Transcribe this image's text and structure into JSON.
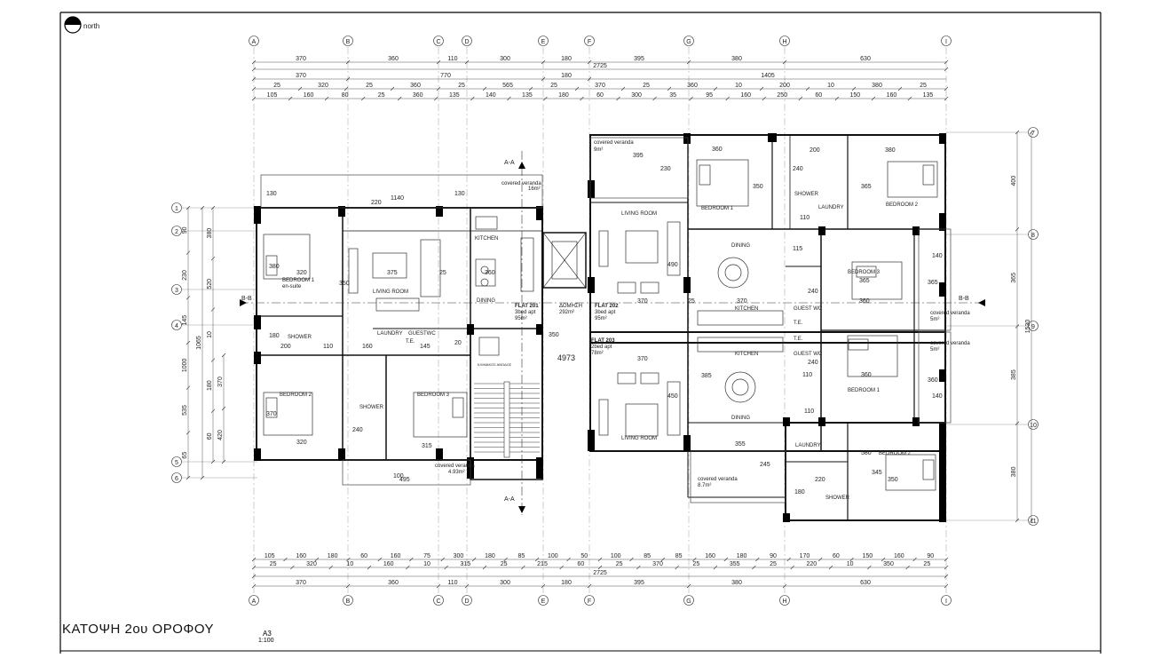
{
  "north_label": "north",
  "plan_title": "ΚΑΤΟΨΗ 2ου ΟΡΟΦΟΥ",
  "sheet_size": "A3",
  "scale": "1:100",
  "grid": {
    "columns": [
      "A",
      "B",
      "C",
      "D",
      "E",
      "F",
      "G",
      "H",
      "I"
    ],
    "rows_left": [
      "1",
      "2",
      "3",
      "4",
      "5",
      "6"
    ],
    "rows_right": [
      "7",
      "8",
      "9",
      "10",
      "11"
    ]
  },
  "top_dimensions": {
    "row1": [
      "370",
      "360",
      "110",
      "300",
      "180",
      "395",
      "380",
      "630"
    ],
    "row2_total": "2725",
    "row3": [
      "370",
      "770",
      "180",
      "1405"
    ],
    "row4": [
      "25",
      "320",
      "25",
      "360",
      "25",
      "565",
      "25",
      "370",
      "25",
      "360",
      "10",
      "200",
      "10",
      "380",
      "25"
    ],
    "row5": [
      "105",
      "160",
      "80",
      "25",
      "360",
      "135",
      "140",
      "135",
      "180",
      "60",
      "300",
      "35",
      "95",
      "160",
      "250",
      "60",
      "150",
      "160",
      "135"
    ]
  },
  "bottom_dimensions": {
    "row1": [
      "105",
      "160",
      "180",
      "60",
      "160",
      "75",
      "300",
      "180",
      "85",
      "100",
      "50",
      "100",
      "85",
      "85",
      "160",
      "180",
      "90",
      "170",
      "60",
      "150",
      "160",
      "90"
    ],
    "row2": [
      "25",
      "320",
      "10",
      "160",
      "10",
      "315",
      "25",
      "215",
      "60",
      "25",
      "370",
      "25",
      "355",
      "25",
      "220",
      "10",
      "350",
      "25"
    ],
    "row3_total": "2725",
    "row4": [
      "370",
      "360",
      "110",
      "300",
      "180",
      "395",
      "380",
      "630"
    ]
  },
  "left_dimensions": [
    "90",
    "230",
    "145",
    "1000",
    "535",
    "65",
    "380",
    "520",
    "10",
    "180",
    "60",
    "370",
    "420",
    "1065"
  ],
  "right_dimensions": [
    "400",
    "365",
    "1530",
    "385",
    "380"
  ],
  "sections": {
    "aa_top": "A-A",
    "aa_bottom": "A-A",
    "bb_left": "B-B",
    "bb_right": "B-B"
  },
  "center": {
    "building_area": "ΔΟΜΗΣΗ",
    "building_area_value": "292m²",
    "elevation": "4973",
    "lift_label": "ΚΛΙΜΑΚΟΣ ΑΝΟΔΟΣ"
  },
  "flats": [
    {
      "name": "FLAT 201",
      "type": "3bed apt",
      "area": "95m²"
    },
    {
      "name": "FLAT 202",
      "type": "3bed apt",
      "area": "95m²"
    },
    {
      "name": "FLAT 203",
      "type": "2bed apt",
      "area": "78m²"
    }
  ],
  "flat201_rooms": {
    "bedroom1": "BEDROOM 1",
    "ensuite": "en-suite",
    "living": "LIVING ROOM",
    "kitchen": "KITCHEN",
    "dining": "DINING",
    "shower": "SHOWER",
    "laundry": "LAUNDRY",
    "guest": "GUESTWC",
    "bedroom2": "BEDROOM 2",
    "shower2": "SHOWER",
    "bedroom3": "BEDROOM 3",
    "te": "T.E.",
    "veranda_top": "covered veranda",
    "veranda_top_area": "16m²",
    "veranda_bottom": "covered veranda",
    "veranda_bottom_area": "4.93m²",
    "dims": {
      "d1140": "1140",
      "d130a": "130",
      "d130b": "130",
      "d220": "220",
      "d380": "380",
      "d320a": "320",
      "d375": "375",
      "d350": "350",
      "d25": "25",
      "d360": "360",
      "d200": "200",
      "d110": "110",
      "d160": "160",
      "d145": "145",
      "d20": "20",
      "d370": "370",
      "d320b": "320",
      "d240": "240",
      "d315": "315",
      "d100": "100",
      "d495": "495",
      "d180": "180"
    }
  },
  "flat202_rooms": {
    "veranda": "covered veranda",
    "veranda_area": "9m²",
    "d395": "395",
    "d230": "230",
    "living": "LIVING ROOM",
    "d490": "490",
    "d370": "370",
    "bedroom1": "BEDROOM 1",
    "d360": "360",
    "d350": "350",
    "d240": "240",
    "shower": "SHOWER",
    "d200": "200",
    "laundry": "LAUNDRY",
    "d110": "110",
    "bedroom2": "BEDROOM 2",
    "d380": "380",
    "d365": "365",
    "dining": "DINING",
    "d115": "115",
    "kitchen": "KITCHEN",
    "d25": "25",
    "bedroom3": "BEDROOM 3",
    "d365b": "365",
    "d360b": "360",
    "d140": "140",
    "guest": "GUEST WC",
    "d240b": "240",
    "te": "T.E.",
    "veranda2": "covered veranda",
    "veranda2_area": "5m²",
    "d365c": "365"
  },
  "flat203_rooms": {
    "d370": "370",
    "d385": "385",
    "d450": "450",
    "kitchen": "KITCHEN",
    "guest": "GUEST WC",
    "te": "T.E.",
    "d240": "240",
    "d110": "110",
    "bedroom1": "BEDROOM 1",
    "d360": "360",
    "d360b": "360",
    "d140": "140",
    "veranda_r": "covered veranda",
    "veranda_r_area": "5m²",
    "dining": "DINING",
    "living": "LIVING ROOM",
    "d355": "355",
    "d245": "245",
    "veranda": "covered veranda",
    "veranda_area": "8.7m²",
    "d110b": "110",
    "laundry": "LAUNDRY",
    "d580": "580",
    "bedroom2": "BEDROOM 2",
    "d345": "345",
    "d350": "350",
    "d220": "220",
    "shower": "SHOWER",
    "d180": "180"
  }
}
